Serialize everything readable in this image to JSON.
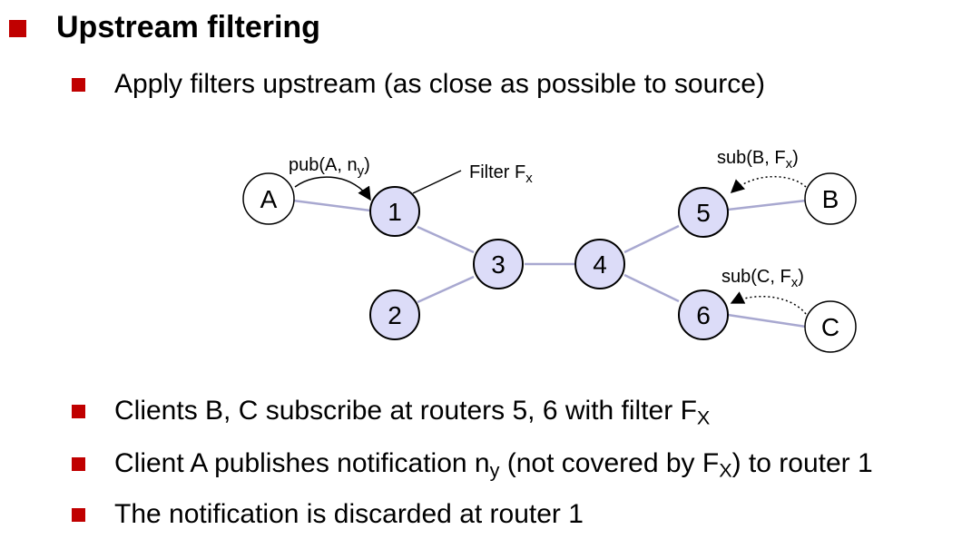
{
  "title": "Upstream filtering",
  "bullets": {
    "apply": "Apply filters upstream (as close as possible to source)",
    "clients_main": "Clients B, C subscribe at routers 5, 6 with filter F",
    "clients_sub": "X",
    "publish_a": "Client A publishes notification n",
    "publish_y": "y",
    "publish_b": " (not covered by F",
    "publish_x": "X",
    "publish_c": ") to router 1",
    "discard": "The notification is discarded at router 1"
  },
  "diagram": {
    "routers": [
      "1",
      "2",
      "3",
      "4",
      "5",
      "6"
    ],
    "clients": [
      "A",
      "B",
      "C"
    ],
    "pub_label": "pub(A, n",
    "pub_label_sub": "y",
    "pub_label_end": ")",
    "filter_label": "Filter F",
    "filter_label_sub": "x",
    "sub_b_label": "sub(B, F",
    "sub_b_sub": "x",
    "sub_b_end": ")",
    "sub_c_label": "sub(C, F",
    "sub_c_sub": "x",
    "sub_c_end": ")"
  },
  "colors": {
    "bullet": "#c00000",
    "router_fill": "#dcdcf8",
    "link": "#a8a8d0"
  }
}
